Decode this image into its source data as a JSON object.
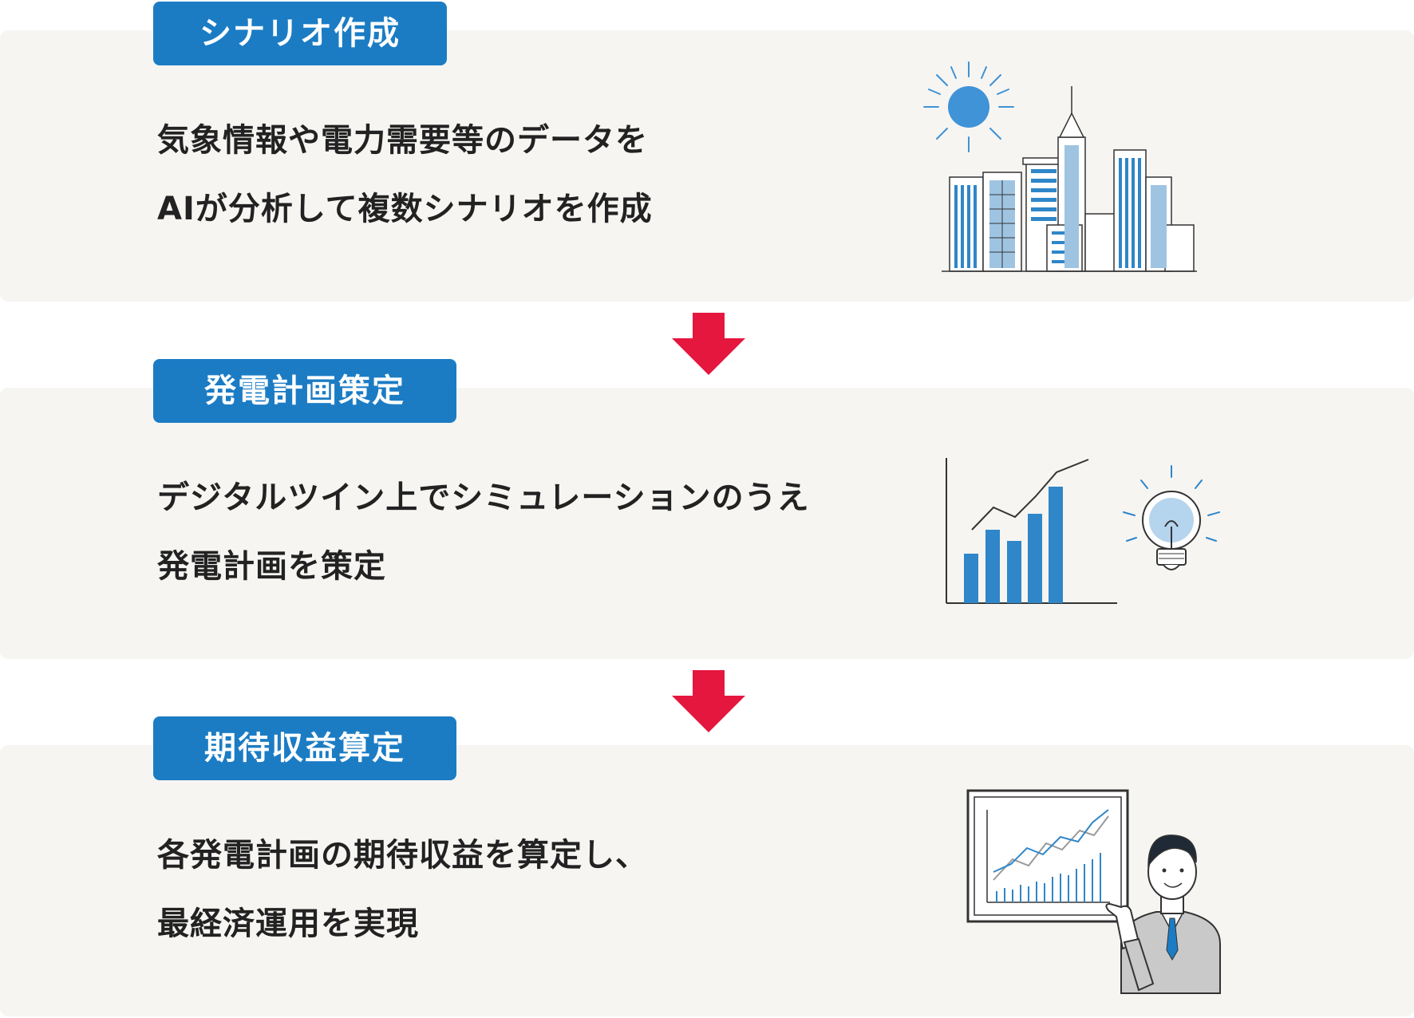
{
  "steps": [
    {
      "title": "シナリオ作成",
      "lines": [
        "気象情報や電力需要等のデータを",
        "AIが分析して複数シナリオを作成"
      ],
      "illustration": "city-skyline-with-sun-icon"
    },
    {
      "title": "発電計画策定",
      "lines": [
        "デジタルツイン上でシミュレーションのうえ",
        "発電計画を策定"
      ],
      "illustration": "bar-chart-with-lightbulb-icon"
    },
    {
      "title": "期待収益算定",
      "lines": [
        "各発電計画の期待収益を算定し、",
        "最経済運用を実現"
      ],
      "illustration": "businessman-presenting-chart-icon"
    }
  ],
  "colors": {
    "tag_blue": "#1b7cc4",
    "panel_bg": "#f6f5f2",
    "arrow_red": "#e5173f",
    "illustration_blue": "#2f86c8",
    "text": "#222222"
  }
}
